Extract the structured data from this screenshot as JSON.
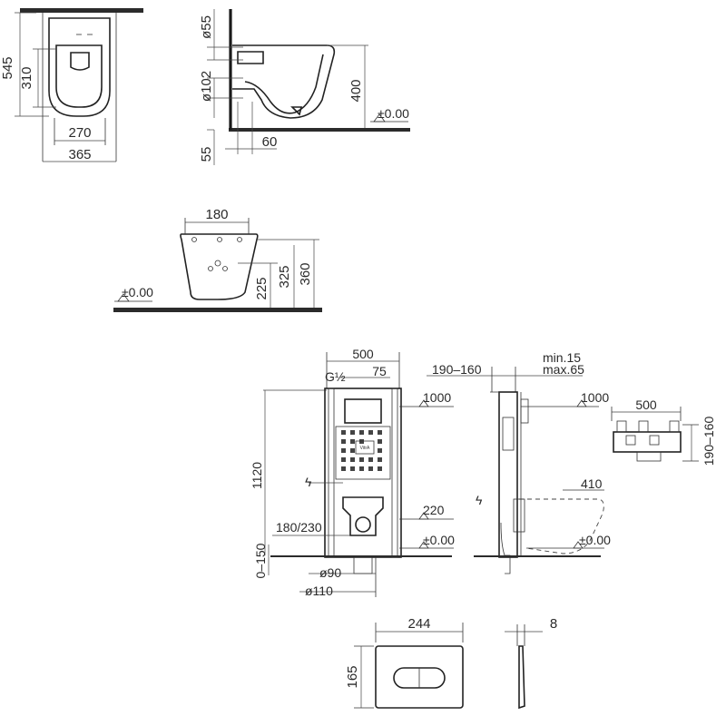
{
  "top_front": {
    "height": "545",
    "inner_height": "310",
    "width_inner": "270",
    "width_outer": "365"
  },
  "top_side": {
    "dia_top": "ø55",
    "dia_outlet": "ø102",
    "height": "400",
    "level": "±0.00",
    "bottom": "55",
    "offset": "60"
  },
  "middle_view": {
    "width": "180",
    "h1": "225",
    "h2": "325",
    "h3": "360",
    "level": "±0.00"
  },
  "frame_front": {
    "width": "500",
    "gap": "75",
    "thread": "G½",
    "height_total": "1120",
    "level_top": "1000",
    "level_mid": "220",
    "level_floor": "±0.00",
    "side_range": "180/230",
    "adjust": "0–150",
    "dia_small": "ø90",
    "dia_large": "ø110",
    "brand": "VitrA"
  },
  "frame_side": {
    "range": "190–160",
    "min": "min.15",
    "max": "max.65",
    "level_top": "1000",
    "level_pipe": "410",
    "level_floor": "±0.00"
  },
  "frame_plan": {
    "width": "500",
    "depth": "190–160"
  },
  "flush_plate": {
    "width": "244",
    "height": "165",
    "thickness": "8"
  }
}
